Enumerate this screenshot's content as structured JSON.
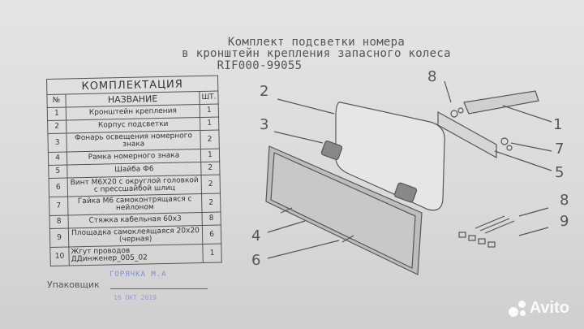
{
  "document": {
    "title_line1": "Комплект подсветки номера",
    "title_line2": "в кронштейн крепления запасного колеса",
    "title_line3": "RIF000-99055"
  },
  "table": {
    "heading": "КОМПЛЕКТАЦИЯ",
    "col_num": "№",
    "col_name": "НАЗВАНИЕ",
    "col_qty": "ШТ.",
    "rows": [
      {
        "n": "1",
        "name": "Кронштейн крепления",
        "qty": "1"
      },
      {
        "n": "2",
        "name": "Корпус подсветки",
        "qty": "1"
      },
      {
        "n": "3",
        "name": "Фонарь освещения номерного знака",
        "qty": "2"
      },
      {
        "n": "4",
        "name": "Рамка номерного знака",
        "qty": "1"
      },
      {
        "n": "5",
        "name": "Шайба Ф6",
        "qty": "2"
      },
      {
        "n": "6",
        "name": "Винт М6Х20 с округлой головкой с прессшайбой шлиц",
        "qty": "2"
      },
      {
        "n": "7",
        "name": "Гайка М6 самоконтрящаяся с нейлоном",
        "qty": "2"
      },
      {
        "n": "8",
        "name": "Стяжка кабельная 60х3",
        "qty": "8"
      },
      {
        "n": "9",
        "name": "Площадка самоклеящаяся 20х20 (черная)",
        "qty": "6"
      },
      {
        "n": "10",
        "name": "Жгут проводов ДДинженер_005_02",
        "qty": "1"
      }
    ]
  },
  "packer": {
    "label": "Упаковщик",
    "stamp_name": "ГОРЯЧКА М.А",
    "stamp_date": "16 ОКТ 2019"
  },
  "callouts": [
    "8",
    "2",
    "3",
    "1",
    "7",
    "5",
    "8",
    "9",
    "4",
    "6"
  ],
  "watermark": "Avito"
}
